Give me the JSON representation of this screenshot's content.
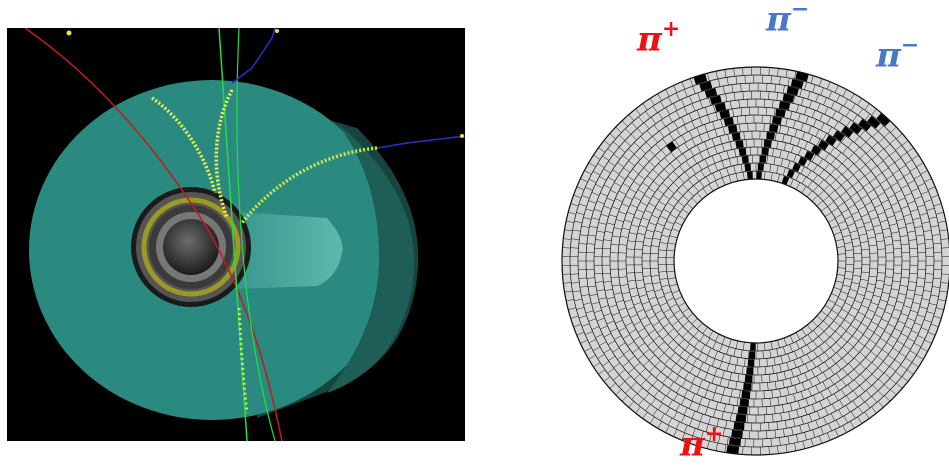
{
  "colors": {
    "pi_plus": "#ee1111",
    "pi_minus": "#4a78c8",
    "detector_fill": "#2a8a80",
    "background_left": "#000000",
    "ring_grid": "#111111",
    "ring_fill": "#d4d4d4",
    "hit_cells": "#000000"
  },
  "labels": {
    "pi_plus_top": {
      "symbol": "π",
      "charge": "+"
    },
    "pi_minus_top": {
      "symbol": "π",
      "charge": "−"
    },
    "pi_minus_right": {
      "symbol": "π",
      "charge": "−"
    },
    "pi_plus_bottom": {
      "symbol": "π",
      "charge": "+"
    }
  }
}
